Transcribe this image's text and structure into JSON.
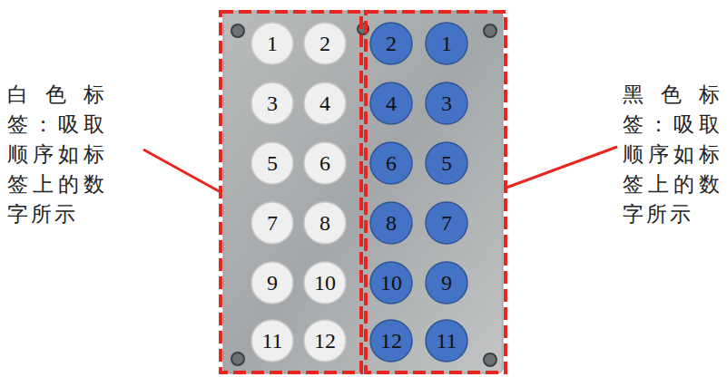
{
  "diagram": {
    "nodes": [
      {
        "text": [
          "1"
        ]
      },
      {
        "text": [
          "2"
        ]
      },
      {
        "text": [
          "2"
        ]
      },
      {
        "text": [
          "1"
        ]
      },
      {
        "text": [
          "3"
        ]
      },
      {
        "text": [
          "4"
        ]
      },
      {
        "text": [
          "4"
        ]
      },
      {
        "text": [
          "3"
        ]
      },
      {
        "text": [
          "5"
        ]
      },
      {
        "text": [
          "6"
        ]
      },
      {
        "text": [
          "6"
        ]
      },
      {
        "text": [
          "5"
        ]
      },
      {
        "text": [
          "7"
        ]
      },
      {
        "text": [
          "8"
        ]
      },
      {
        "text": [
          "8"
        ]
      },
      {
        "text": [
          "7"
        ]
      },
      {
        "text": [
          "9"
        ]
      },
      {
        "text": [
          "10"
        ]
      },
      {
        "text": [
          "10"
        ]
      },
      {
        "text": [
          "9"
        ]
      },
      {
        "text": [
          "11"
        ]
      },
      {
        "text": [
          "12"
        ]
      },
      {
        "text": [
          "12"
        ]
      },
      {
        "text": [
          "11"
        ]
      }
    ],
    "labels": [
      "白色标 签：吸取 顺序如标 签上的数 字所示",
      "黑色标 签：吸取 顺序如标 签上的数 字所示"
    ]
  }
}
